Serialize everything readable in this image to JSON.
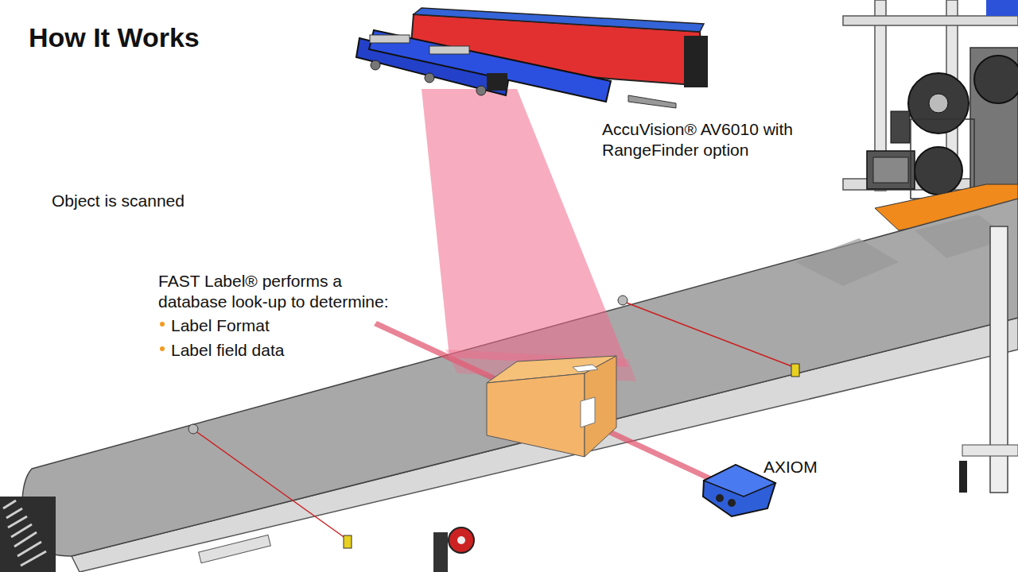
{
  "diagram": {
    "title": "How It Works",
    "labels": [
      "AccuVision® AV6010 with RangeFinder option",
      "Object is scanned",
      "FAST Label® performs a database look-up to determine:",
      "Label Format",
      "Label field data",
      "AXIOM"
    ]
  }
}
